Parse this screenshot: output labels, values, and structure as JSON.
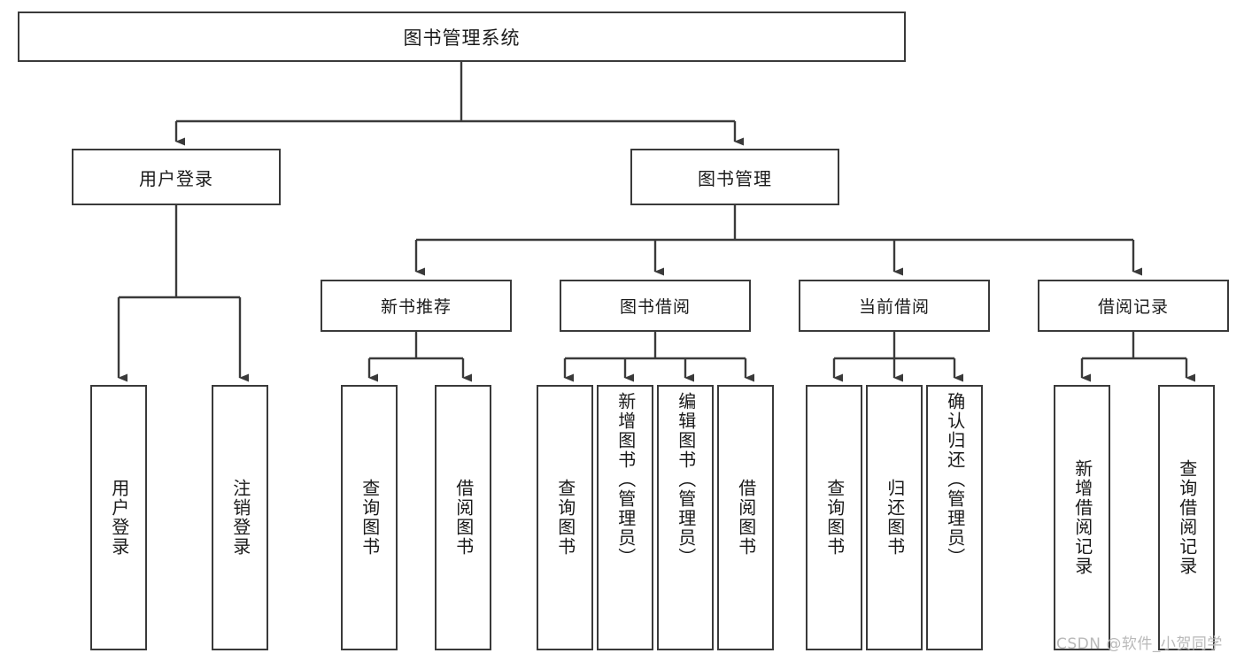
{
  "diagram": {
    "title": "图书管理系统",
    "type": "tree-structure-chart",
    "root": {
      "label": "图书管理系统"
    },
    "level2": [
      {
        "label": "用户登录"
      },
      {
        "label": "图书管理"
      }
    ],
    "level3": [
      {
        "label": "新书推荐"
      },
      {
        "label": "图书借阅"
      },
      {
        "label": "当前借阅"
      },
      {
        "label": "借阅记录"
      }
    ],
    "leaves": {
      "user_login": [
        {
          "label": "用户登录"
        },
        {
          "label": "注销登录"
        }
      ],
      "new_book_recommend": [
        {
          "label": "查询图书"
        },
        {
          "label": "借阅图书"
        }
      ],
      "book_borrow": [
        {
          "label": "查询图书"
        },
        {
          "label": "新增图书（管理员）"
        },
        {
          "label": "编辑图书（管理员）"
        },
        {
          "label": "借阅图书"
        }
      ],
      "current_borrow": [
        {
          "label": "查询图书"
        },
        {
          "label": "归还图书"
        },
        {
          "label": "确认归还（管理员）"
        }
      ],
      "borrow_record": [
        {
          "label": "新增借阅记录"
        },
        {
          "label": "查询借阅记录"
        }
      ]
    }
  },
  "watermark": {
    "text": "CSDN @软件_小贺同学"
  },
  "colors": {
    "border": "#3a3a3a",
    "text": "#1a1a1a",
    "background": "#ffffff",
    "watermark": "#b9b9b9"
  }
}
